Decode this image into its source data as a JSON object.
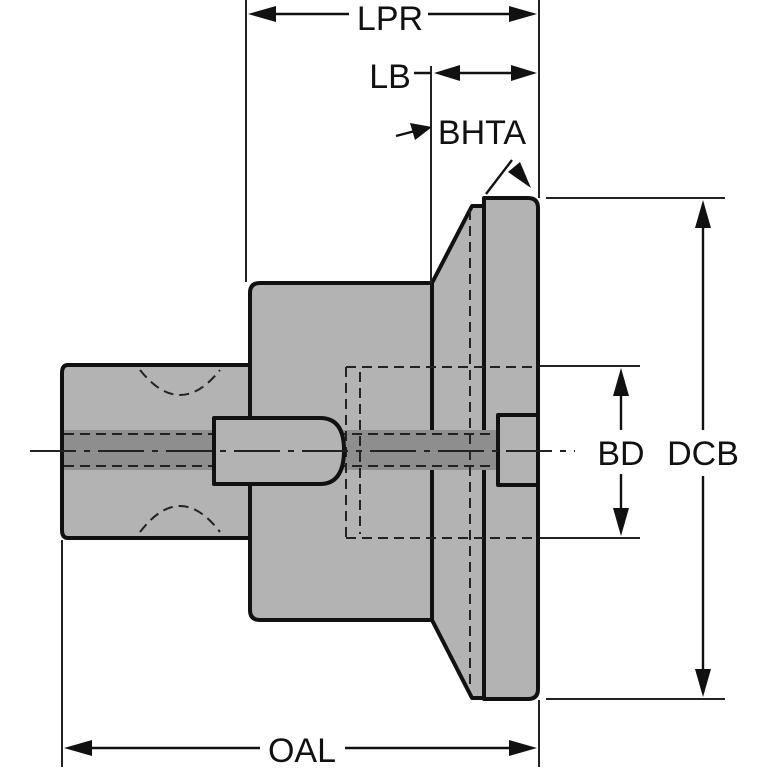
{
  "labels": {
    "lpr": "LPR",
    "lb": "LB",
    "bhta": "BHTA",
    "bd": "BD",
    "dcb": "DCB",
    "oal": "OAL"
  },
  "colors": {
    "body": "#b3b3b3",
    "centerband": "#8e8e8e",
    "outline": "#111111",
    "background": "#ffffff"
  }
}
